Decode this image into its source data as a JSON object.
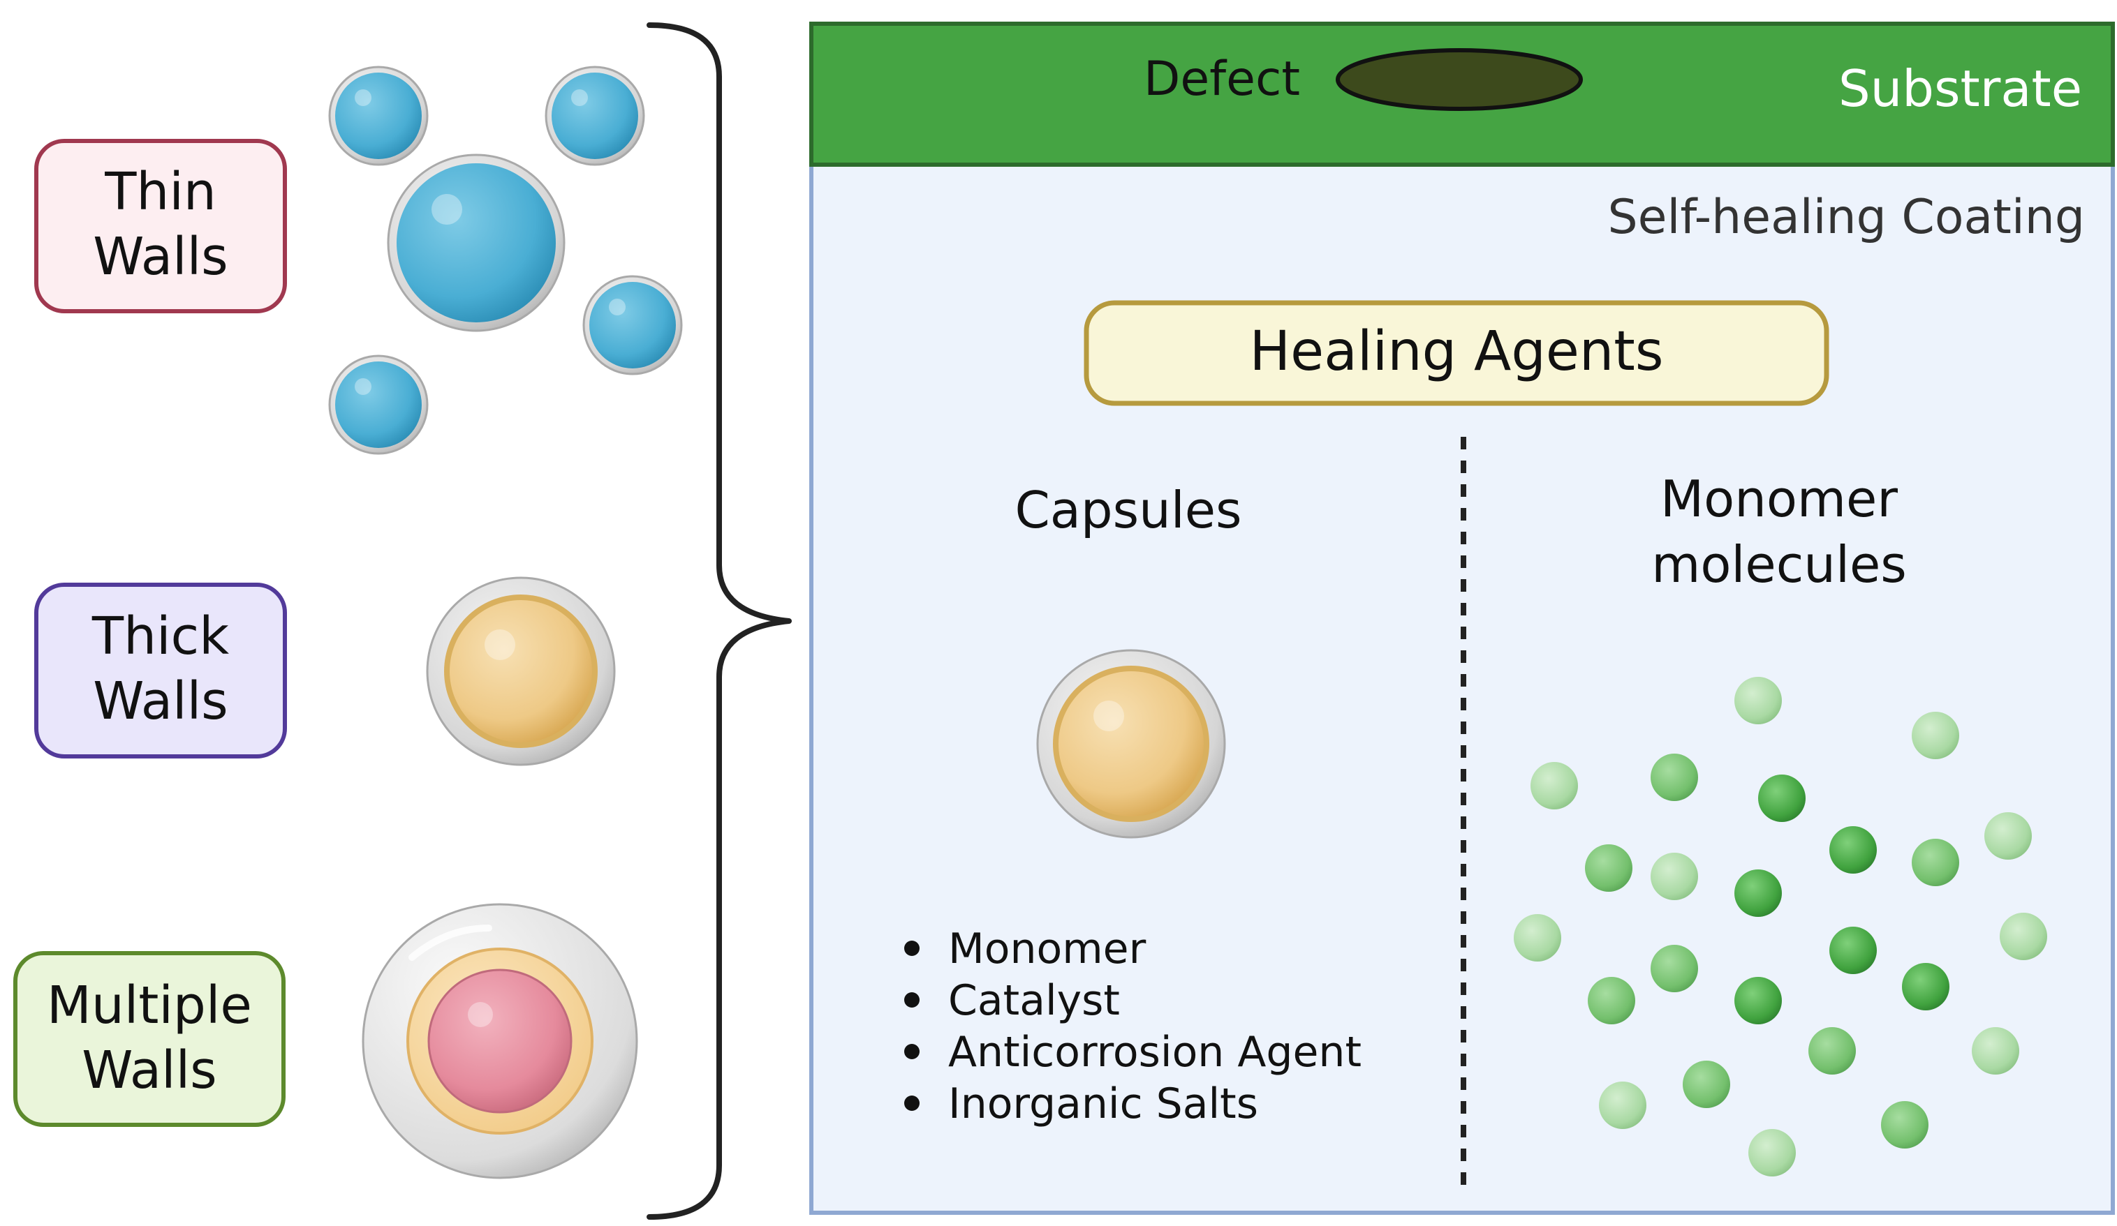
{
  "left_labels": {
    "thin": [
      "Thin",
      "Walls"
    ],
    "thick": [
      "Thick",
      "Walls"
    ],
    "multiple": [
      "Multiple",
      "Walls"
    ]
  },
  "substrate": {
    "label": "Substrate",
    "defect_label": "Defect"
  },
  "coating": {
    "label": "Self-healing Coating",
    "healing_agents": "Healing Agents",
    "capsules_heading": "Capsules",
    "monomer_heading": [
      "Monomer",
      "molecules"
    ],
    "capsule_contents": [
      "Monomer",
      "Catalyst",
      "Anticorrosion Agent",
      "Inorganic Salts"
    ]
  },
  "colors": {
    "substrate_green": "#45a443",
    "defect_fill": "#3d4a1c",
    "coating_bg": "#edf3fc",
    "coating_border": "#8fa8d2",
    "healing_fill": "#f9f6d8",
    "healing_border": "#b69a3e",
    "thin_fill": "#fdeef1",
    "thin_border": "#a0384f",
    "thick_fill": "#e9e6fb",
    "thick_border": "#523a9a",
    "multi_fill": "#eaf5da",
    "multi_border": "#5d8a2c",
    "blue_sphere": "#4aaed4",
    "gold_sphere": "#eec986",
    "pink_sphere": "#e58a9c",
    "green_molecule": "#4cb04c"
  }
}
